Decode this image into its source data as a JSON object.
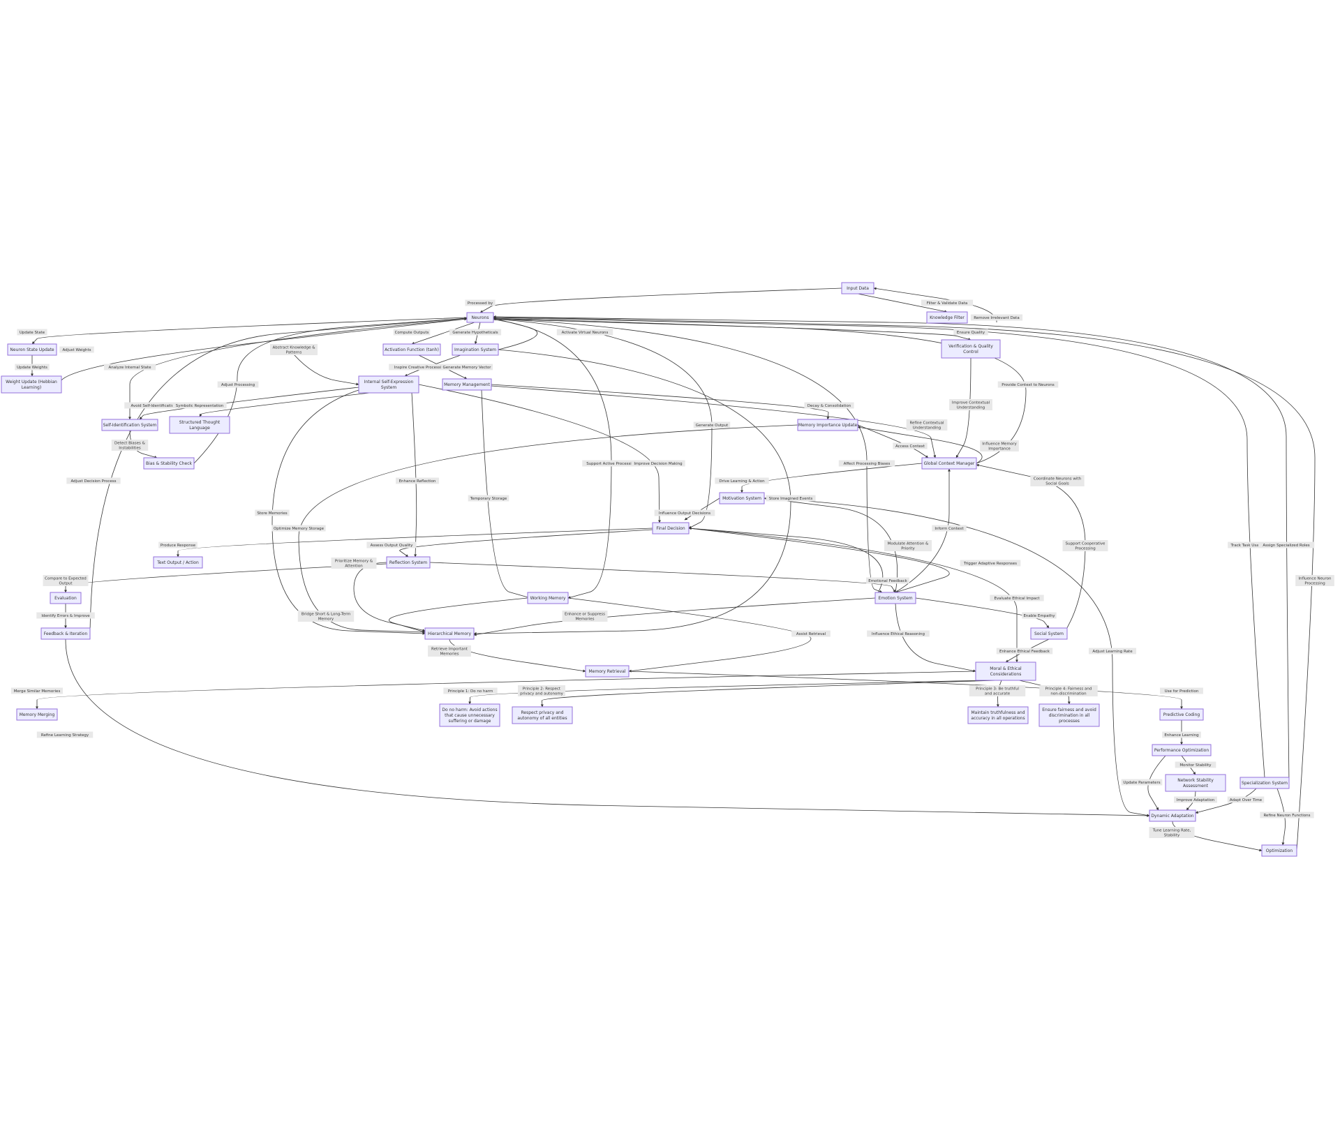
{
  "colors": {
    "node_fill": "#ECECFF",
    "node_stroke": "#9370DB",
    "edge": "#333333",
    "label_bg": "#e8e8e8",
    "text": "#333333"
  },
  "nodes": {
    "input_data": "Input Data",
    "neurons": "Neurons",
    "knowledge_filter": "Knowledge Filter",
    "verification": [
      "Verification & Quality",
      "Control"
    ],
    "neuron_state_update": "Neuron State Update",
    "weight_update": [
      "Weight Update (Hebbian",
      "Learning)"
    ],
    "activation_function": "Activation Function (tanh)",
    "imagination_system": "Imagination System",
    "internal_self_expression": [
      "Internal Self-Expression",
      "System"
    ],
    "memory_management": "Memory Management",
    "self_identification": "Self-Identification System",
    "structured_thought": [
      "Structured Thought",
      "Language"
    ],
    "bias_stability_check": "Bias & Stability Check",
    "memory_importance_update": "Memory Importance Update",
    "global_context_manager": "Global Context Manager",
    "motivation_system": "Motivation System",
    "final_decision": "Final Decision",
    "text_output": "Text Output / Action",
    "reflection_system": "Reflection System",
    "evaluation": "Evaluation",
    "feedback_iteration": "Feedback & Iteration",
    "working_memory": "Working Memory",
    "emotion_system": "Emotion System",
    "hierarchical_memory": "Hierarchical Memory",
    "social_system": "Social System",
    "memory_retrieval": "Memory Retrieval",
    "moral_ethical": [
      "Moral & Ethical",
      "Considerations"
    ],
    "memory_merging": "Memory Merging",
    "principle1_box": [
      "Do no harm: Avoid actions",
      "that cause unnecessary",
      "suffering or damage"
    ],
    "principle2_box": [
      "Respect privacy and",
      "autonomy of all entities"
    ],
    "principle3_box": [
      "Maintain truthfulness and",
      "accuracy in all operations"
    ],
    "principle4_box": [
      "Ensure fairness and avoid",
      "discrimination in all",
      "processes"
    ],
    "predictive_coding": "Predictive Coding",
    "performance_optimization": "Performance Optimization",
    "network_stability": [
      "Network Stability",
      "Assessment"
    ],
    "specialization_system": "Specialization System",
    "dynamic_adaptation": "Dynamic Adaptation",
    "optimization": "Optimization"
  },
  "edge_labels": {
    "processed_by": "Processed by",
    "filter_validate": "Filter & Validate Data",
    "remove_irrelevant": "Remove Irrelevant Data",
    "update_state": "Update State",
    "adjust_weights": "Adjust Weights",
    "compute_outputs": "Compute Outputs",
    "generate_hypotheticals": "Generate Hypotheticals",
    "activate_virtual": "Activate Virtual Neurons",
    "ensure_quality": "Ensure Quality",
    "update_weights": "Update Weights",
    "analyze_internal": "Analyze Internal State",
    "abstract_knowledge": [
      "Abstract Knowledge &",
      "Patterns"
    ],
    "inspire_creative": "Inspire Creative Processing",
    "generate_memory_vector": "Generate Memory Vector",
    "adjust_processing": "Adjust Processing",
    "provide_context": "Provide Context to Neurons",
    "improve_contextual": [
      "Improve Contextual",
      "Understanding"
    ],
    "avoid_self_id": "Avoid Self-Identification",
    "symbolic_rep": "Symbolic Representation",
    "decay_consolidation": "Decay & Consolidation",
    "generate_output": "Generate Output",
    "refine_contextual": [
      "Refine Contextual",
      "Understanding"
    ],
    "detect_biases": [
      "Detect Biases &",
      "Instabilities"
    ],
    "access_context": "Access Context",
    "influence_memory_importance": [
      "Influence Memory",
      "Importance"
    ],
    "support_active": "Support Active Processing",
    "improve_decision": "Improve Decision Making",
    "affect_processing_biases": "Affect Processing Biases",
    "adjust_decision_process": "Adjust Decision Process",
    "enhance_reflection": "Enhance Reflection",
    "drive_learning": "Drive Learning & Action",
    "coordinate_neurons": [
      "Coordinate Neurons with",
      "Social Goals"
    ],
    "temporary_storage": "Temporary Storage",
    "store_imagined": "Store Imagined Events",
    "store_memories": "Store Memories",
    "influence_output": "Influence Output Decisions",
    "optimize_memory": "Optimize Memory Storage",
    "inform_context": "Inform Context",
    "produce_response": "Produce Response",
    "assess_output": "Assess Output Quality",
    "modulate_attention": [
      "Modulate Attention &",
      "Priority"
    ],
    "support_cooperative": [
      "Support Cooperative",
      "Processing"
    ],
    "track_task": "Track Task Usage",
    "assign_specialized": "Assign Specialized Roles",
    "prioritize_memory": [
      "Prioritize Memory &",
      "Attention"
    ],
    "trigger_adaptive": "Trigger Adaptive Responses",
    "compare_expected": [
      "Compare to Expected",
      "Output"
    ],
    "emotional_feedback": "Emotional Feedback",
    "influence_neuron": [
      "Influence Neuron",
      "Processing"
    ],
    "evaluate_ethical": "Evaluate Ethical Impact",
    "identify_errors": "Identify Errors & Improve",
    "bridge_memory": [
      "Bridge Short & Long-Term",
      "Memory"
    ],
    "enhance_suppress": [
      "Enhance or Suppress",
      "Memories"
    ],
    "enable_empathy": "Enable Empathy",
    "assist_retrieval": "Assist Retrieval",
    "influence_ethical": "Influence Ethical Reasoning",
    "retrieve_important": [
      "Retrieve Important",
      "Memories"
    ],
    "enhance_ethical_feedback": "Enhance Ethical Feedback",
    "adjust_learning_rate": "Adjust Learning Rate",
    "merge_similar": "Merge Similar Memories",
    "principle1": "Principle 1: Do no harm",
    "principle2": [
      "Principle 2: Respect",
      "privacy and autonomy"
    ],
    "principle3": [
      "Principle 3: Be truthful",
      "and accurate"
    ],
    "principle4": [
      "Principle 4: Fairness and",
      "non-discrimination"
    ],
    "use_for_prediction": "Use for Prediction",
    "refine_learning": "Refine Learning Strategy",
    "enhance_learning": "Enhance Learning",
    "monitor_stability": "Monitor Stability",
    "update_parameters": "Update Parameters",
    "improve_adaptation": "Improve Adaptation",
    "adapt_over_time": "Adapt Over Time",
    "refine_neuron": "Refine Neuron Functions",
    "tune_learning": [
      "Tune Learning Rate,",
      "Stability"
    ]
  }
}
